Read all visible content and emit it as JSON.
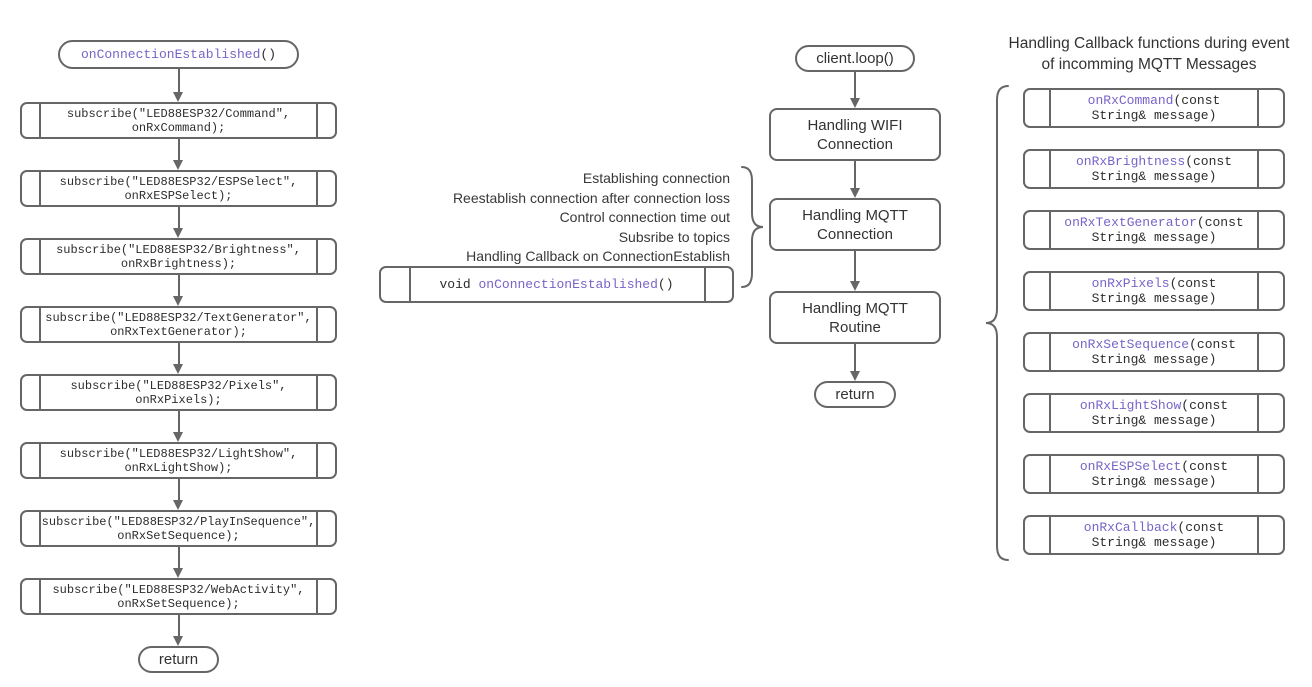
{
  "colors": {
    "stroke": "#666666",
    "label_text": "#333333",
    "code_text": "#2d2d2d",
    "function_purple": "#7864c8"
  },
  "left_flow": {
    "start": {
      "name": "onConnectionEstablished",
      "suffix": "()"
    },
    "steps": [
      {
        "line1": "subscribe(\"LED88ESP32/Command\",",
        "line2": "onRxCommand);"
      },
      {
        "line1": "subscribe(\"LED88ESP32/ESPSelect\",",
        "line2": "onRxESPSelect);"
      },
      {
        "line1": "subscribe(\"LED88ESP32/Brightness\",",
        "line2": "onRxBrightness);"
      },
      {
        "line1": "subscribe(\"LED88ESP32/TextGenerator\",",
        "line2": "onRxTextGenerator);"
      },
      {
        "line1": "subscribe(\"LED88ESP32/Pixels\",",
        "line2": "onRxPixels);"
      },
      {
        "line1": "subscribe(\"LED88ESP32/LightShow\",",
        "line2": "onRxLightShow);"
      },
      {
        "line1": "subscribe(\"LED88ESP32/PlayInSequence\",",
        "line2": "onRxSetSequence);"
      },
      {
        "line1": "subscribe(\"LED88ESP32/WebActivity\",",
        "line2": "onRxSetSequence);"
      }
    ],
    "end": "return"
  },
  "annotation": {
    "lines": [
      "Establishing connection",
      "Reestablish connection after connection loss",
      "Control connection time out",
      "Subsribe to topics",
      "Handling Callback on ConnectionEstablish"
    ],
    "box": {
      "keyword": "void ",
      "name": "onConnectionEstablished",
      "suffix": "()"
    }
  },
  "middle_flow": {
    "start": "client.loop()",
    "steps": [
      {
        "line1": "Handling WIFI",
        "line2": "Connection"
      },
      {
        "line1": "Handling MQTT",
        "line2": "Connection"
      },
      {
        "line1": "Handling MQTT",
        "line2": "Routine"
      }
    ],
    "end": "return"
  },
  "right_panel": {
    "title_line1": "Handling Callback functions during event",
    "title_line2": "of incomming MQTT Messages",
    "callbacks": [
      {
        "name": "onRxCommand",
        "suffix": "(const",
        "line2": "String& message)"
      },
      {
        "name": "onRxBrightness",
        "suffix": "(const",
        "line2": "String& message)"
      },
      {
        "name": "onRxTextGenerator",
        "suffix": "(const",
        "line2": "String& message)"
      },
      {
        "name": "onRxPixels",
        "suffix": "(const",
        "line2": "String& message)"
      },
      {
        "name": "onRxSetSequence",
        "suffix": "(const",
        "line2": "String& message)"
      },
      {
        "name": "onRxLightShow",
        "suffix": "(const",
        "line2": "String& message)"
      },
      {
        "name": "onRxESPSelect",
        "suffix": "(const",
        "line2": "String& message)"
      },
      {
        "name": "onRxCallback",
        "suffix": "(const",
        "line2": "String& message)"
      }
    ]
  }
}
